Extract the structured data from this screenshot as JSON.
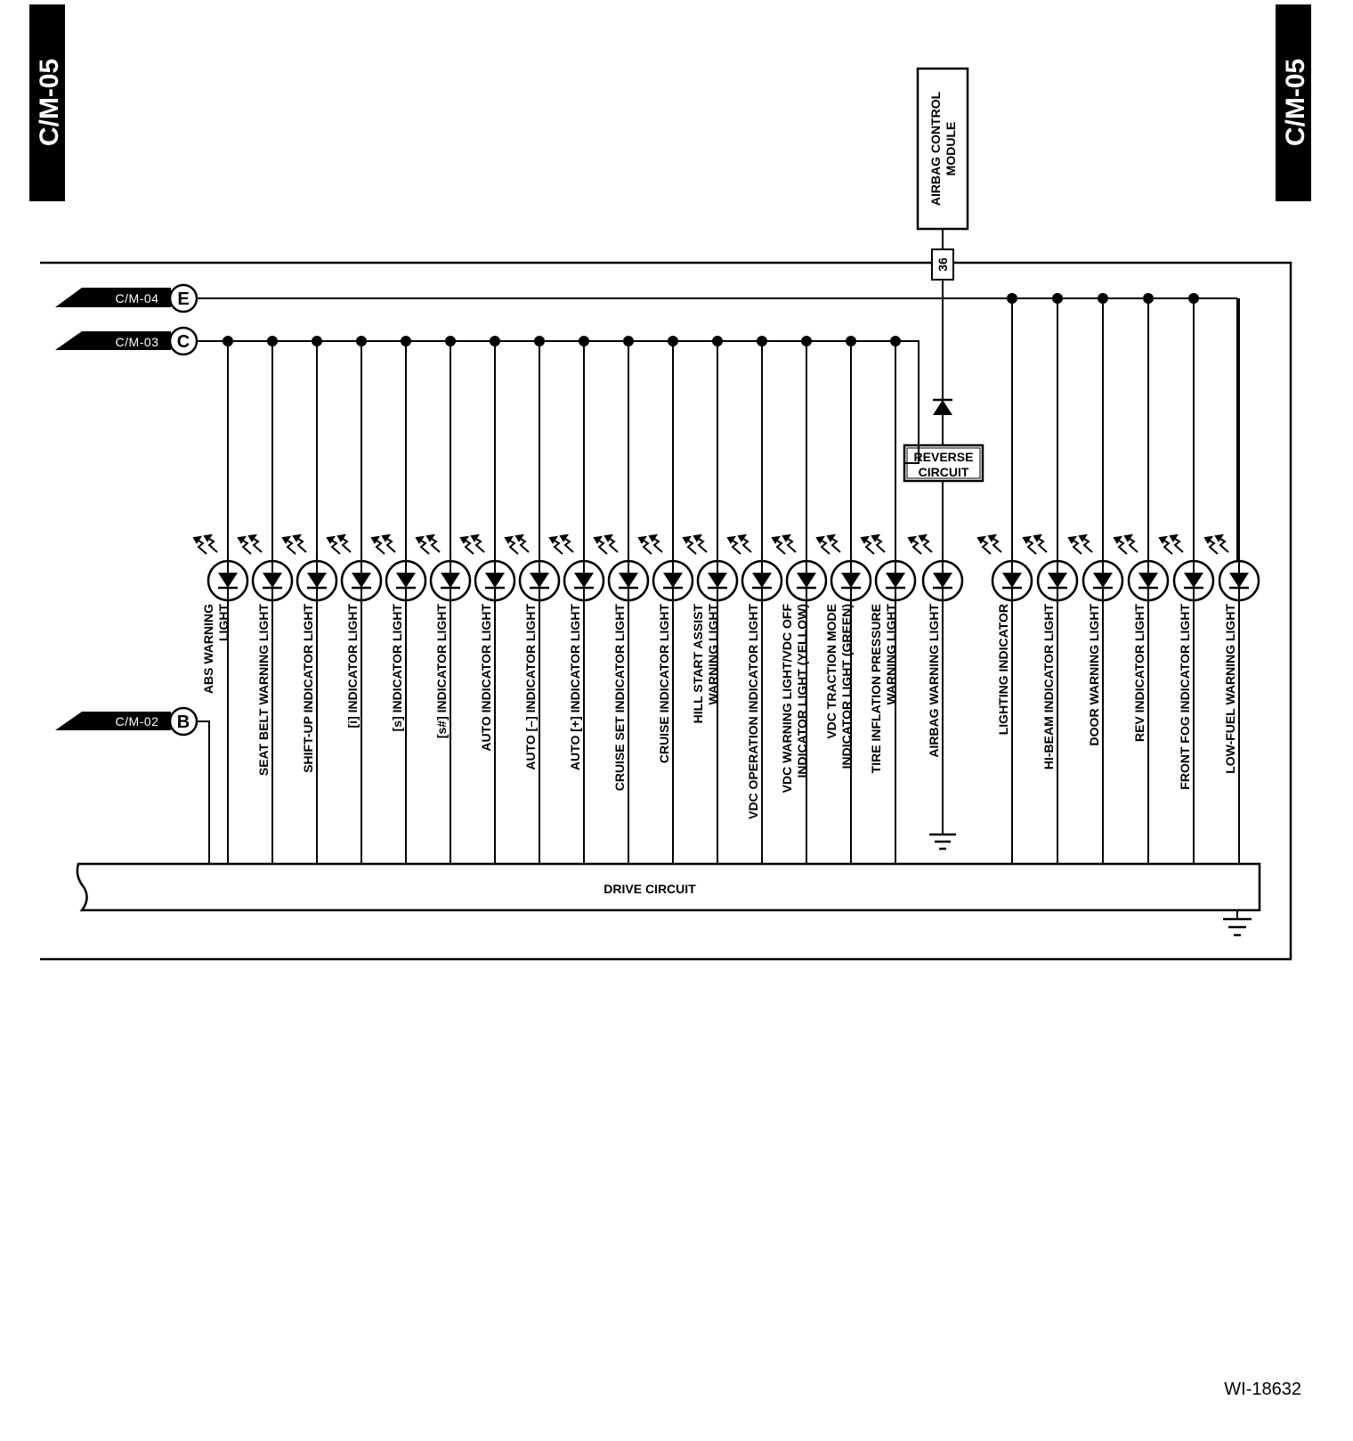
{
  "page_tags": {
    "left": "C/M-05",
    "right": "C/M-05"
  },
  "airbag_module": {
    "lines": [
      "AIRBAG CONTROL",
      "MODULE"
    ],
    "pin": "36"
  },
  "connectors": [
    {
      "ref": "C/M-04",
      "letter": "E"
    },
    {
      "ref": "C/M-03",
      "letter": "C"
    },
    {
      "ref": "C/M-02",
      "letter": "B"
    }
  ],
  "reverse_circuit": {
    "lines": [
      "REVERSE",
      "CIRCUIT"
    ]
  },
  "drive_circuit": {
    "label": "DRIVE CIRCUIT"
  },
  "lamps": [
    {
      "lines": [
        "ABS WARNING",
        "LIGHT"
      ]
    },
    {
      "lines": [
        "SEAT BELT WARNING LIGHT"
      ]
    },
    {
      "lines": [
        "SHIFT-UP INDICATOR LIGHT"
      ]
    },
    {
      "lines": [
        "[i] INDICATOR LIGHT"
      ]
    },
    {
      "lines": [
        "[s] INDICATOR LIGHT"
      ]
    },
    {
      "lines": [
        "[s#] INDICATOR LIGHT"
      ]
    },
    {
      "lines": [
        "AUTO INDICATOR LIGHT"
      ]
    },
    {
      "lines": [
        "AUTO [–] INDICATOR LIGHT"
      ]
    },
    {
      "lines": [
        "AUTO [+] INDICATOR LIGHT"
      ]
    },
    {
      "lines": [
        "CRUISE SET INDICATOR LIGHT"
      ]
    },
    {
      "lines": [
        "CRUISE INDICATOR LIGHT"
      ]
    },
    {
      "lines": [
        "HILL START ASSIST",
        "WARNING LIGHT"
      ]
    },
    {
      "lines": [
        "VDC OPERATION INDICATOR LIGHT"
      ]
    },
    {
      "lines": [
        "VDC WARNING LIGHT/VDC OFF",
        "INDICATOR LIGHT (YELLOW)"
      ]
    },
    {
      "lines": [
        "VDC TRACTION MODE",
        "INDICATOR LIGHT (GREEN)"
      ]
    },
    {
      "lines": [
        "TIRE INFLATION PRESSURE",
        "WARNING LIGHT"
      ]
    },
    {
      "lines": [
        "AIRBAG WARNING LIGHT"
      ]
    },
    {
      "lines": [
        "LIGHTING INDICATOR"
      ]
    },
    {
      "lines": [
        "HI-BEAM INDICATOR LIGHT"
      ]
    },
    {
      "lines": [
        "DOOR WARNING LIGHT"
      ]
    },
    {
      "lines": [
        "REV INDICATOR LIGHT"
      ]
    },
    {
      "lines": [
        "FRONT FOG INDICATOR LIGHT"
      ]
    },
    {
      "lines": [
        "LOW-FUEL WARNING LIGHT"
      ]
    }
  ],
  "figure_id": "WI-18632"
}
